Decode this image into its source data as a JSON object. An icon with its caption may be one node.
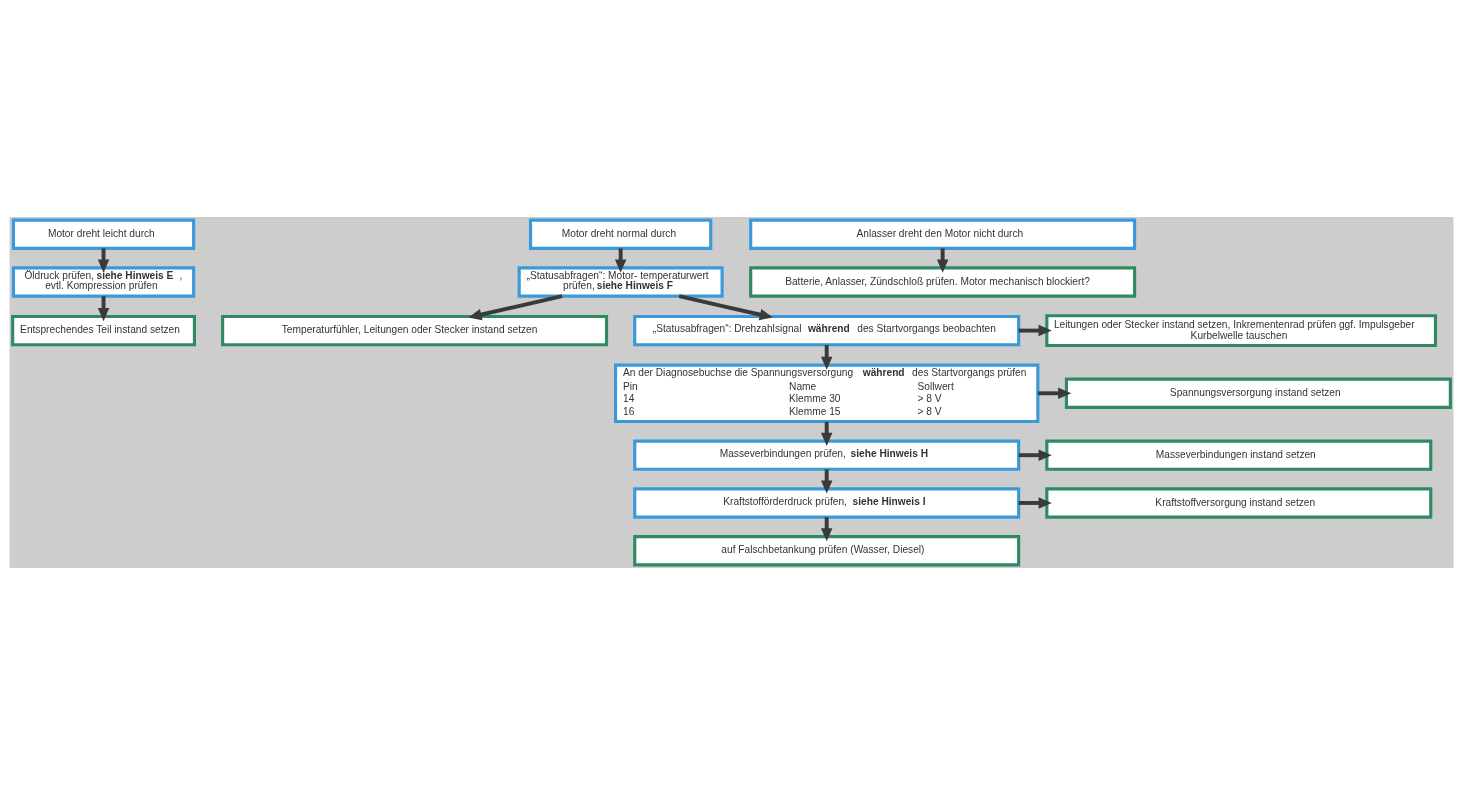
{
  "diagram": {
    "nodes": [
      {
        "text": [
          "Motor dreht leicht durch"
        ]
      },
      {
        "text": [
          "Motor dreht normal durch"
        ]
      },
      {
        "text": [
          "Anlasser dreht den Motor nicht durch"
        ]
      },
      {
        "text": [
          "Öldruck prüfen, **siehe Hinweis E**, evtl. Kompression prüfen"
        ]
      },
      {
        "text": [
          "„Statusabfragen“: Motor- temperaturwert prüfen, **siehe Hinweis F**"
        ]
      },
      {
        "text": [
          "Batterie, Anlasser, Zündschloß prüfen. Motor mechanisch blockiert?"
        ]
      },
      {
        "text": [
          "Entsprechendes Teil instand setzen"
        ]
      },
      {
        "text": [
          "Temperaturfühler, Leitungen oder Stecker instand setzen"
        ]
      },
      {
        "text": [
          "„Statusabfragen“: Drehzahlsignal **während** des Startvorgangs beobachten"
        ]
      },
      {
        "text": [
          "Leitungen oder Stecker instand setzen, Inkrementenrad prüfen ggf. Impulsgeber Kurbelwelle tauschen"
        ]
      },
      {
        "text": [
          "An der Diagnosebuchse die Spannungsversorgung **während** des Startvorgangs prüfen",
          "Pin",
          "Name",
          "Sollwert",
          "14",
          "Klemme 30",
          "> 8 V",
          "16",
          "Klemme 15",
          "> 8 V"
        ]
      },
      {
        "text": [
          "Spannungsversorgung instand setzen"
        ]
      },
      {
        "text": [
          "Masseverbindungen prüfen, **siehe Hinweis H**"
        ]
      },
      {
        "text": [
          "Masseverbindungen instand setzen"
        ]
      },
      {
        "text": [
          "Kraftstofförderdruck prüfen, **siehe Hinweis I**"
        ]
      },
      {
        "text": [
          "Kraftstoffversorgung instand setzen"
        ]
      },
      {
        "text": [
          "auf Falschbetankung prüfen (Wasser, Diesel)"
        ]
      }
    ],
    "edges": [
      {
        "from": 0,
        "to": 3,
        "arrow": "to"
      },
      {
        "from": 3,
        "to": 6,
        "arrow": "to"
      },
      {
        "from": 1,
        "to": 4,
        "arrow": "to"
      },
      {
        "from": 2,
        "to": 5,
        "arrow": "to"
      },
      {
        "from": 4,
        "to": 7,
        "arrow": "to"
      },
      {
        "from": 4,
        "to": 8,
        "arrow": "to"
      },
      {
        "from": 8,
        "to": 9,
        "arrow": "to"
      },
      {
        "from": 8,
        "to": 10,
        "arrow": "to"
      },
      {
        "from": 10,
        "to": 11,
        "arrow": "to"
      },
      {
        "from": 10,
        "to": 12,
        "arrow": "to"
      },
      {
        "from": 12,
        "to": 13,
        "arrow": "to"
      },
      {
        "from": 12,
        "to": 14,
        "arrow": "to"
      },
      {
        "from": 14,
        "to": 15,
        "arrow": "to"
      },
      {
        "from": 14,
        "to": 16,
        "arrow": "to"
      }
    ]
  }
}
